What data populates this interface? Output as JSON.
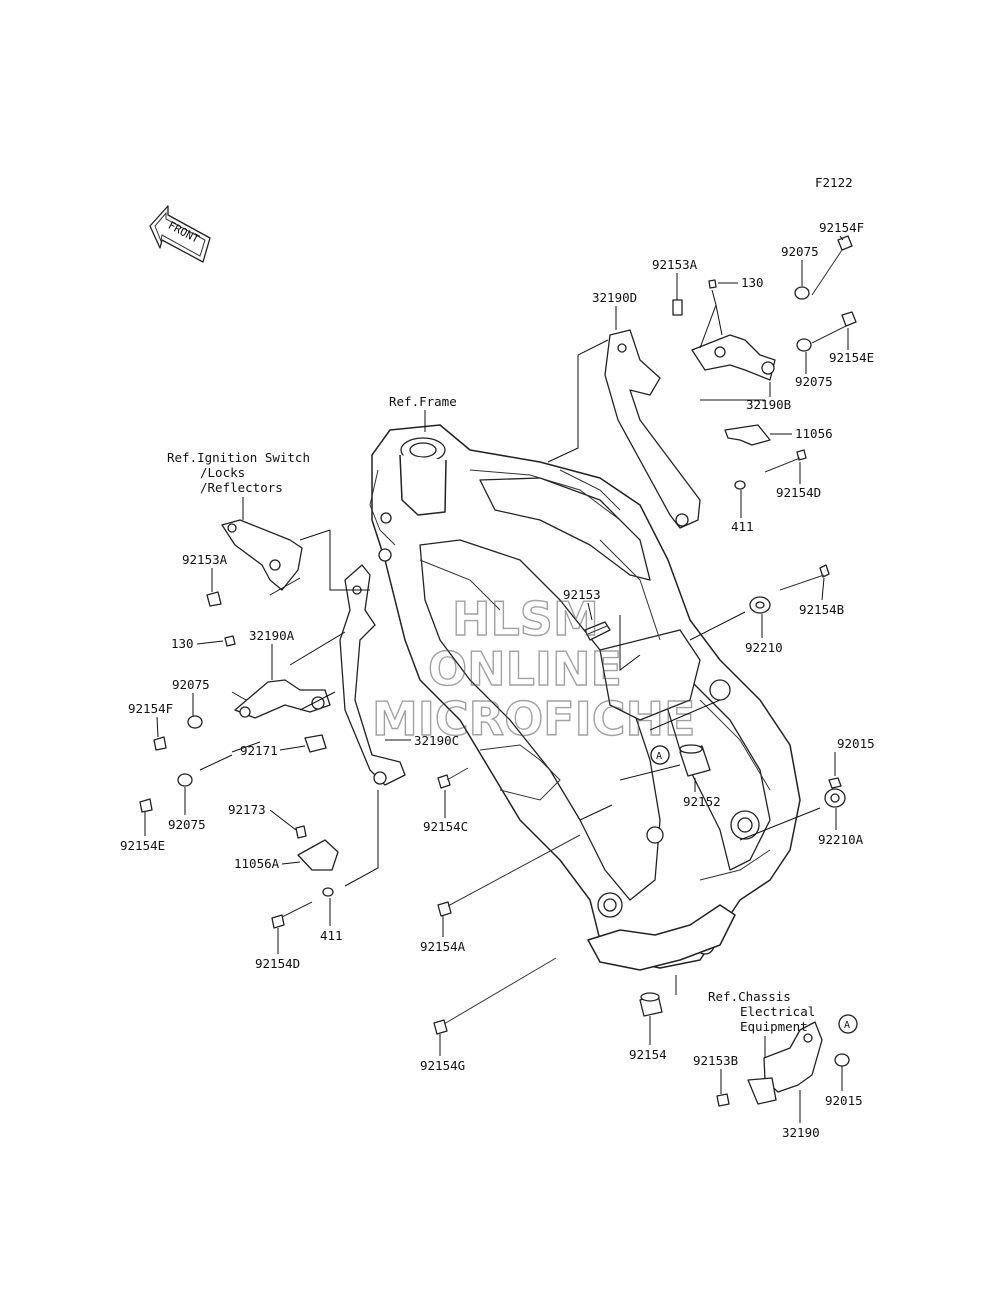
{
  "figure_code": "F2122",
  "front_arrow": {
    "label": "FRONT",
    "icon": "front-arrow-icon"
  },
  "watermark": {
    "line1": "HLSM",
    "line2": "ONLINE",
    "line3": "MICROFICHE"
  },
  "refs": {
    "frame": "Ref.Frame",
    "ignition": [
      "Ref.Ignition Switch",
      "/Locks",
      "/Reflectors"
    ],
    "chassis": [
      "Ref.Chassis",
      "Electrical",
      "Equipment"
    ]
  },
  "marker": "A",
  "labels": {
    "p92154F_top": "92154F",
    "p92075_top": "92075",
    "p92153A_top": "92153A",
    "p130_top": "130",
    "p32190D": "32190D",
    "p92154E_top": "92154E",
    "p92075_mid": "92075",
    "p32190B": "32190B",
    "p11056": "11056",
    "p92154D_right": "92154D",
    "p411_right": "411",
    "p92154B": "92154B",
    "p92210": "92210",
    "p92153": "92153",
    "p92015_right": "92015",
    "p92152": "92152",
    "p92210A": "92210A",
    "p92154C": "92154C",
    "p92153A_left": "92153A",
    "p130_left": "130",
    "p32190A": "32190A",
    "p92075_left": "92075",
    "p92154F_left": "92154F",
    "p92171": "92171",
    "p32190C": "32190C",
    "p92154E_left": "92154E",
    "p92075_left2": "92075",
    "p92173": "92173",
    "p11056A": "11056A",
    "p411_left": "411",
    "p92154D_left": "92154D",
    "p92154A": "92154A",
    "p92154G": "92154G",
    "p92154": "92154",
    "p92153B": "92153B",
    "p92015_bottom": "92015",
    "p32190": "32190"
  }
}
